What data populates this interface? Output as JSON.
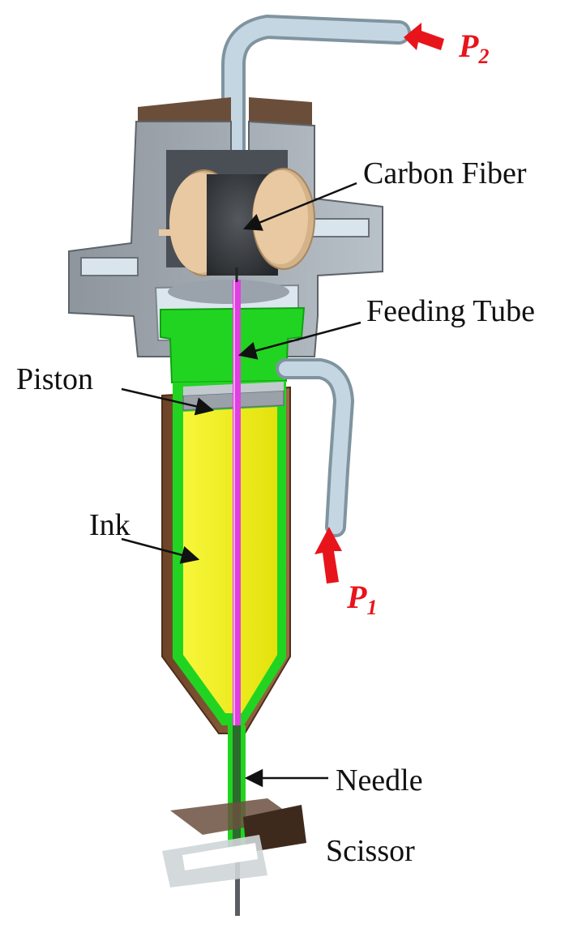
{
  "labels": {
    "carbon_fiber": "Carbon Fiber",
    "feeding_tube": "Feeding Tube",
    "piston": "Piston",
    "ink": "Ink",
    "needle": "Needle",
    "scissor": "Scissor"
  },
  "pressure": {
    "p2": {
      "symbol": "P",
      "subscript": "2"
    },
    "p1": {
      "symbol": "P",
      "subscript": "1"
    }
  },
  "colors": {
    "housing": "#a9b0b8",
    "housing_dark": "#6e757c",
    "cap_top": "#6b4e3a",
    "spool_flange": "#e8c9a2",
    "spool_core": "#3a3d41",
    "sleeve": "#22d422",
    "barrel_shell": "#8b5a36",
    "ink": "#f4f21a",
    "feeding_tube": "#e040e0",
    "air_tube": "#c4d6e2",
    "pressure_arrow": "#e8141c"
  }
}
